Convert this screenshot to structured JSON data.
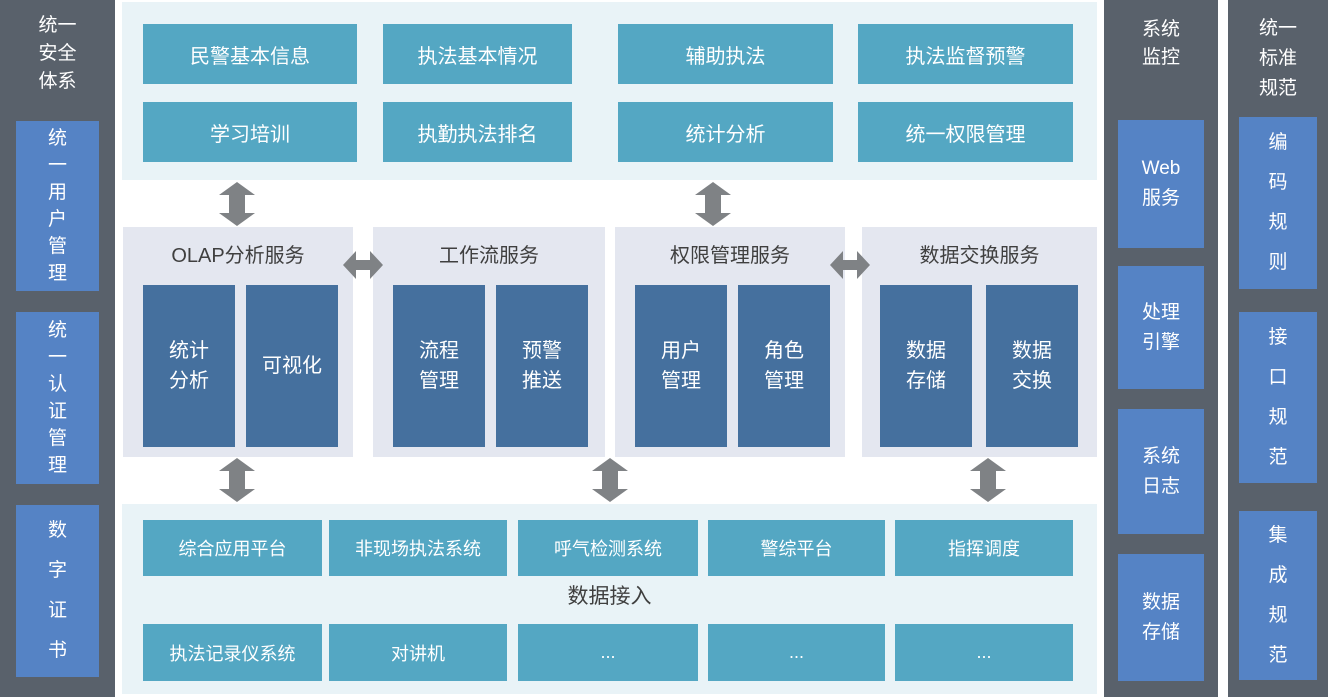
{
  "colors": {
    "slate_column": "#59616b",
    "sidebar_blue": "#5583c5",
    "teal_box": "#54a7c3",
    "light_panel": "#e9f3f7",
    "group_panel": "#e4e7f0",
    "inner_blue_box": "#45709e",
    "arrow_gray": "#7f8285",
    "dark_text": "#3f3f3f"
  },
  "left_sidebar": {
    "title": "统一\n安全\n体系",
    "boxes": [
      "统\n一\n用\n户\n管\n理",
      "统\n一\n认\n证\n管\n理",
      "数\n字\n证\n书"
    ]
  },
  "top_panel": {
    "row1": [
      "民警基本信息",
      "执法基本情况",
      "辅助执法",
      "执法监督预警"
    ],
    "row2": [
      "学习培训",
      "执勤执法排名",
      "统计分析",
      "统一权限管理"
    ]
  },
  "services": [
    {
      "title": "OLAP分析服务",
      "boxes": [
        "统计\n分析",
        "可视化"
      ]
    },
    {
      "title": "工作流服务",
      "boxes": [
        "流程\n管理",
        "预警\n推送"
      ]
    },
    {
      "title": "权限管理服务",
      "boxes": [
        "用户\n管理",
        "角色\n管理"
      ]
    },
    {
      "title": "数据交换服务",
      "boxes": [
        "数据\n存储",
        "数据\n交换"
      ]
    }
  ],
  "bottom_panel": {
    "row1": [
      "综合应用平台",
      "非现场执法系统",
      "呼气检测系统",
      "警综平台",
      "指挥调度"
    ],
    "label": "数据接入",
    "row2": [
      "执法记录仪系统",
      "对讲机",
      "...",
      "...",
      "..."
    ]
  },
  "monitor_column": {
    "title": "系统\n监控",
    "boxes": [
      "Web\n服务",
      "处理\n引擎",
      "系统\n日志",
      "数据\n存储"
    ]
  },
  "standard_column": {
    "title": "统一\n标准\n规范",
    "boxes": [
      "编\n码\n规\n则",
      "接\n口\n规\n范",
      "集\n成\n规\n范"
    ]
  }
}
